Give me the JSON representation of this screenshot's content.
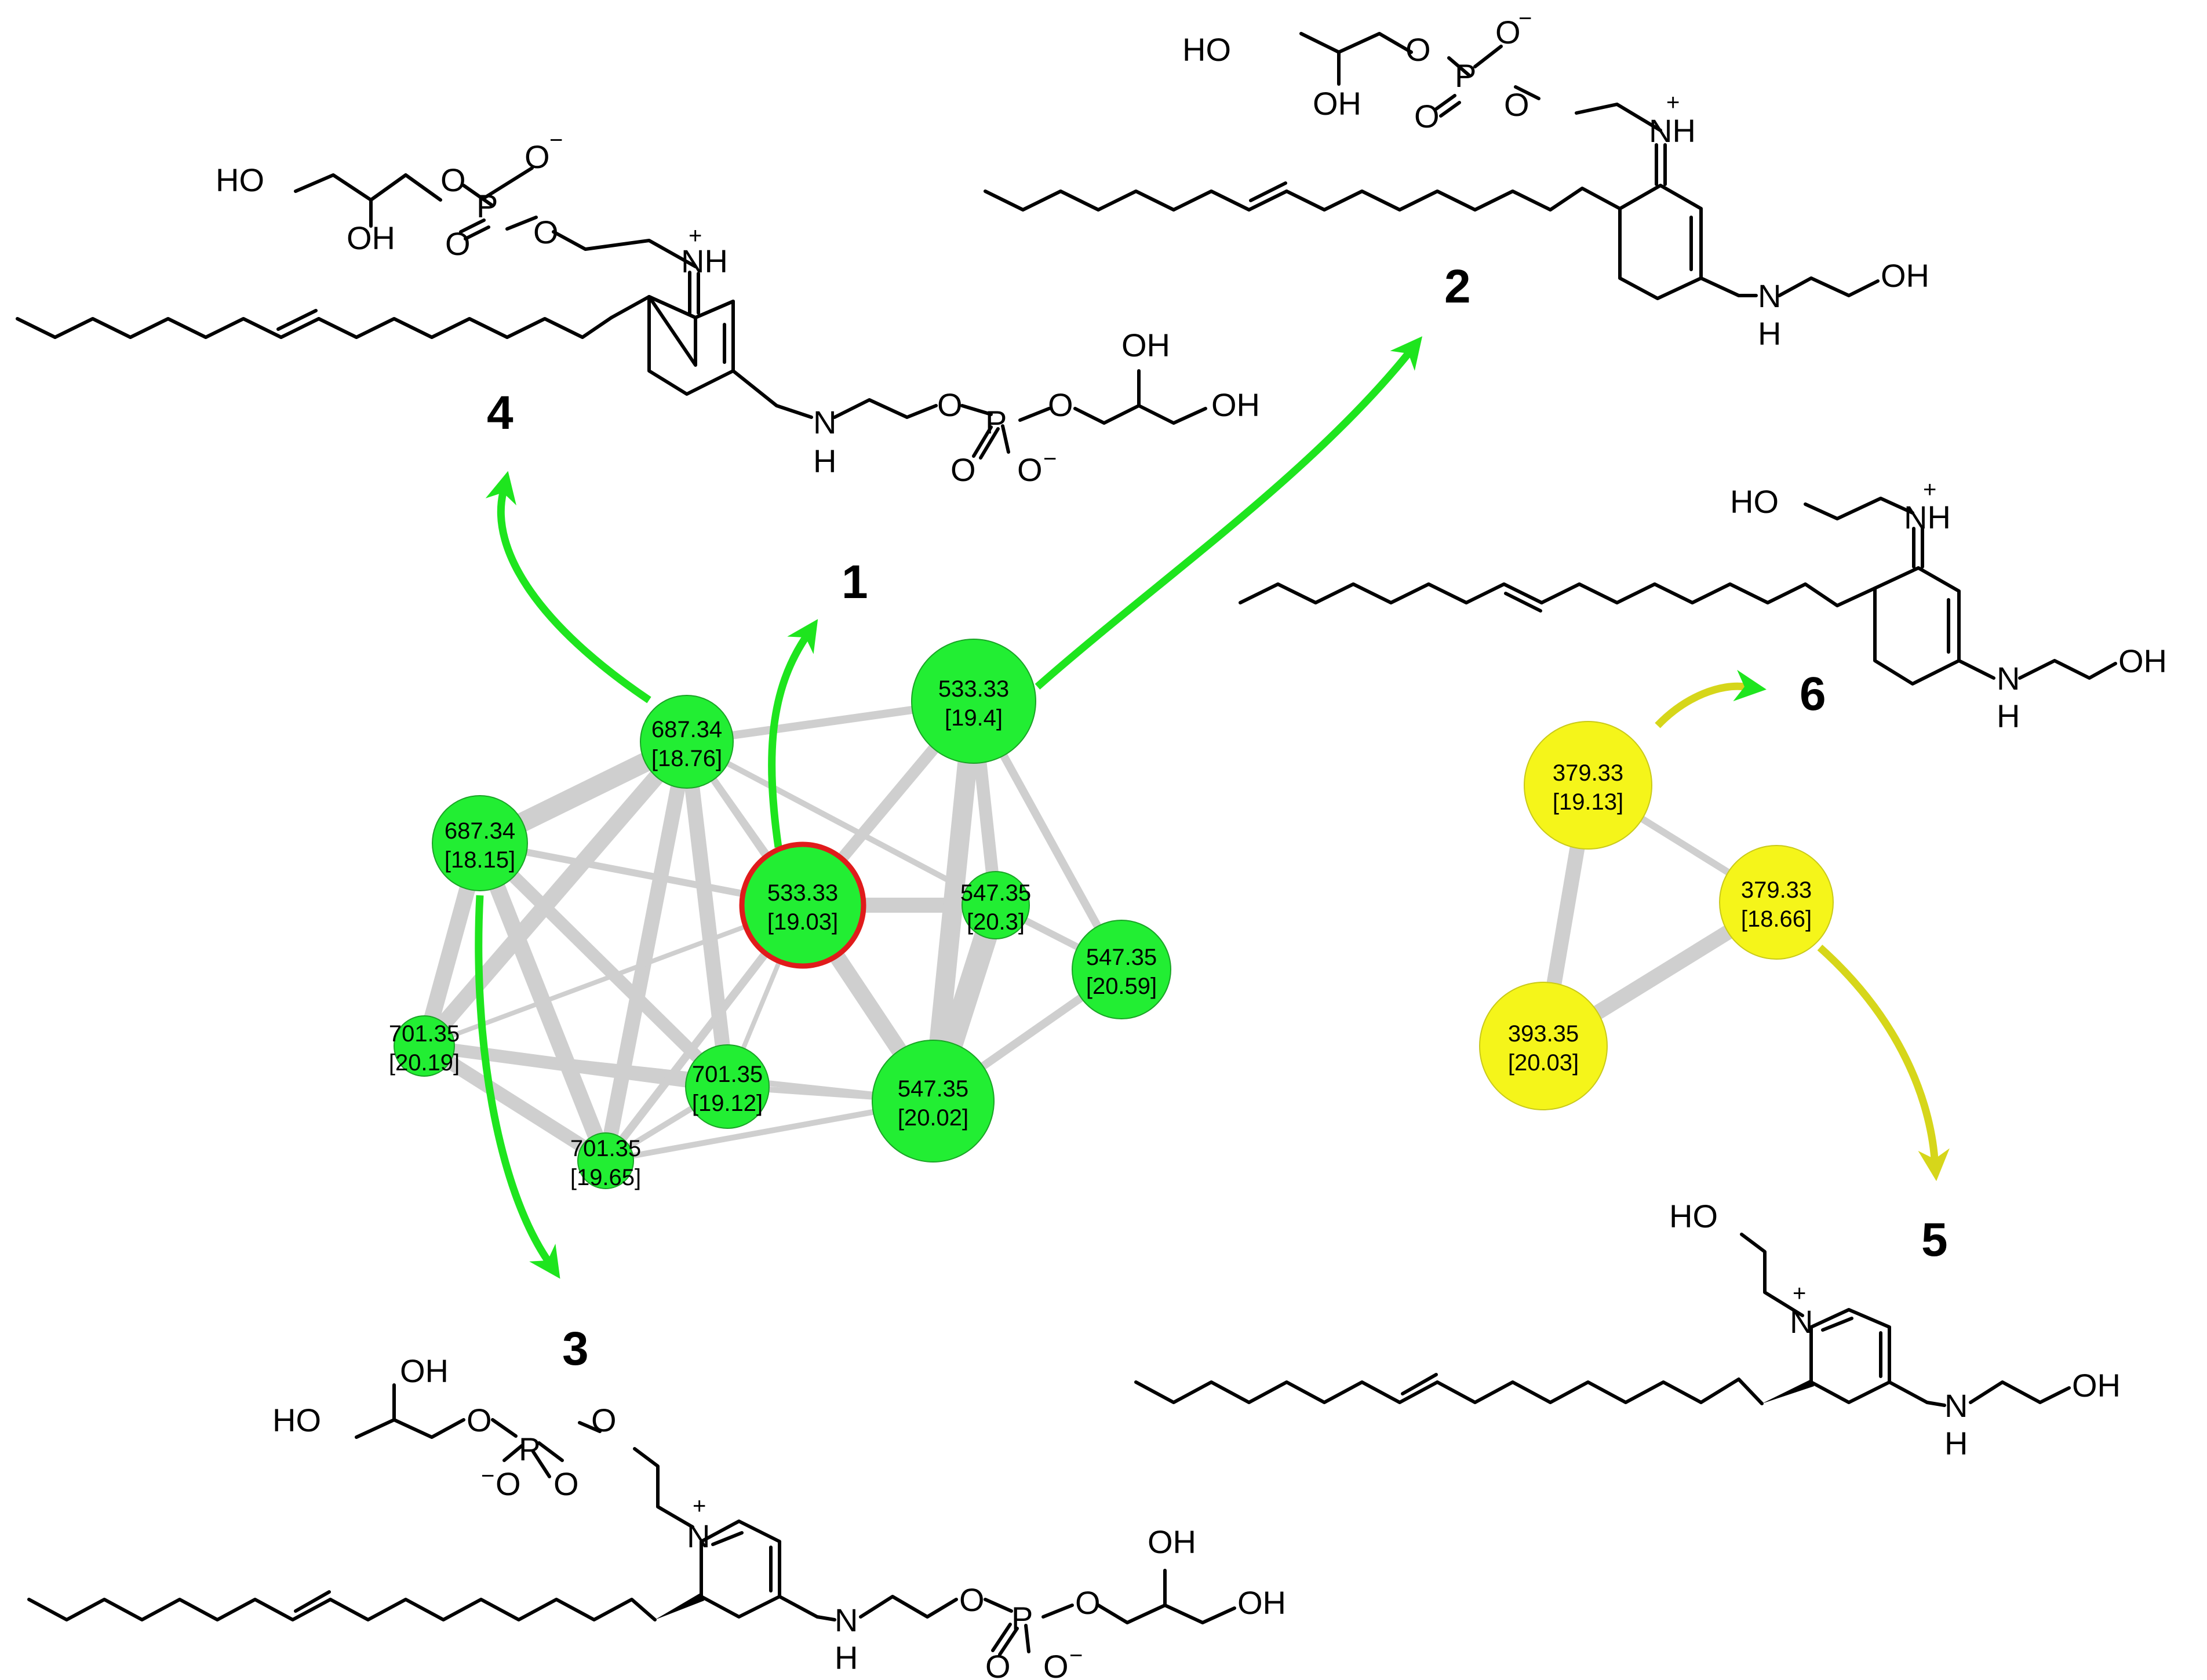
{
  "colors": {
    "node_green": "#22ee33",
    "node_yellow": "#f5f51a",
    "node_stroke_green": "#1aa326",
    "node_stroke_yellow": "#c9c91a",
    "highlight_ring": "#e01b1b",
    "edge_gray": "#cfcfcf",
    "arrow_green": "#1ee51e",
    "arrow_yellow": "#d6d61a"
  },
  "compound_labels": [
    "1",
    "2",
    "3",
    "4",
    "5",
    "6"
  ],
  "network_green": {
    "nodes": [
      {
        "id": "g1",
        "mz": "533.33",
        "rt": "[19.03]",
        "highlighted": true
      },
      {
        "id": "g2",
        "mz": "533.33",
        "rt": "[19.4]"
      },
      {
        "id": "g3",
        "mz": "687.34",
        "rt": "[18.76]"
      },
      {
        "id": "g4",
        "mz": "687.34",
        "rt": "[18.15]"
      },
      {
        "id": "g5",
        "mz": "547.35",
        "rt": "[20.3]"
      },
      {
        "id": "g6",
        "mz": "547.35",
        "rt": "[20.59]"
      },
      {
        "id": "g7",
        "mz": "547.35",
        "rt": "[20.02]"
      },
      {
        "id": "g8",
        "mz": "701.35",
        "rt": "[20.19]"
      },
      {
        "id": "g9",
        "mz": "701.35",
        "rt": "[19.12]"
      },
      {
        "id": "g10",
        "mz": "701.35",
        "rt": "[19.65]"
      }
    ]
  },
  "network_yellow": {
    "nodes": [
      {
        "id": "y1",
        "mz": "379.33",
        "rt": "[19.13]"
      },
      {
        "id": "y2",
        "mz": "379.33",
        "rt": "[18.66]"
      },
      {
        "id": "y3",
        "mz": "393.35",
        "rt": "[20.03]"
      }
    ]
  },
  "atoms": {
    "oh": "OH",
    "ho": "HO",
    "o": "O",
    "p": "P",
    "n": "N",
    "h": "H",
    "nh": "NH",
    "minus": "−",
    "plus": "+"
  }
}
